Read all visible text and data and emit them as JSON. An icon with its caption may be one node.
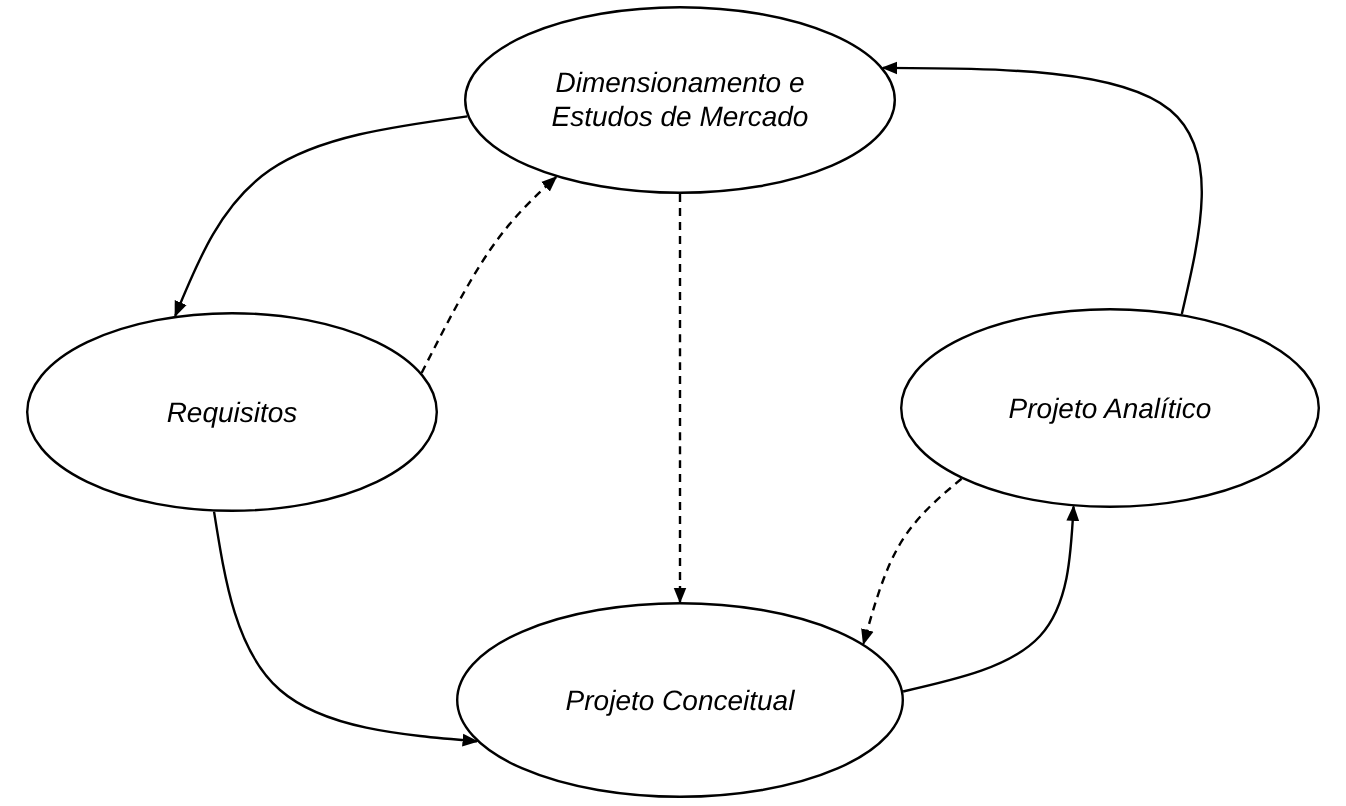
{
  "diagram": {
    "nodes": [
      {
        "text": [
          "Dimensionamento e Estudos de Mercado"
        ]
      },
      {
        "text": [
          "Requisitos"
        ]
      },
      {
        "text": [
          "Projeto Analítico"
        ]
      },
      {
        "text": [
          "Projeto Conceitual"
        ]
      }
    ],
    "edges": [
      {
        "from": 0,
        "to": 1,
        "arrow": "to"
      },
      {
        "from": 1,
        "to": 0,
        "arrow": "to",
        "style": "dashed"
      },
      {
        "from": 0,
        "to": 3,
        "arrow": "to",
        "style": "dashed"
      },
      {
        "from": 1,
        "to": 3,
        "arrow": "to"
      },
      {
        "from": 2,
        "to": 3,
        "arrow": "to",
        "style": "dashed"
      },
      {
        "from": 3,
        "to": 2,
        "arrow": "to"
      },
      {
        "from": 2,
        "to": 0,
        "arrow": "to"
      }
    ]
  }
}
